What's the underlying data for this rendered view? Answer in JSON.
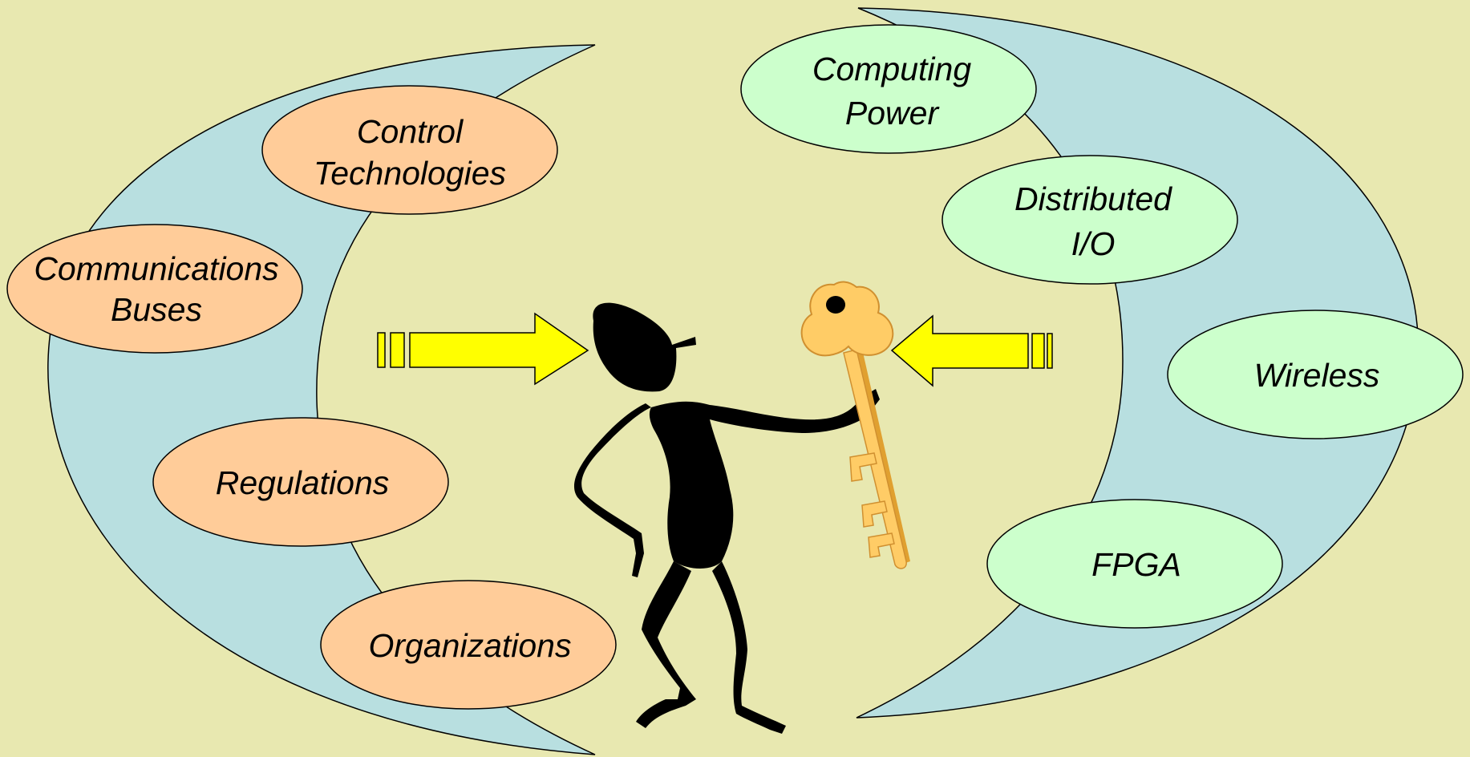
{
  "diagram": {
    "left_group": {
      "items": [
        {
          "line1": "Control",
          "line2": "Technologies"
        },
        {
          "line1": "Communications",
          "line2": "Buses"
        },
        {
          "line1": "Regulations",
          "line2": ""
        },
        {
          "line1": "Organizations",
          "line2": ""
        }
      ]
    },
    "right_group": {
      "items": [
        {
          "line1": "Computing",
          "line2": "Power"
        },
        {
          "line1": "Distributed",
          "line2": "I/O"
        },
        {
          "line1": "Wireless",
          "line2": ""
        },
        {
          "line1": "FPGA",
          "line2": ""
        }
      ]
    }
  },
  "colors": {
    "background": "#e8e8b0",
    "crescent": "#b8dfe0",
    "left_ellipse": "#ffcc99",
    "right_ellipse": "#ccffcc",
    "arrow": "#ffff00",
    "key": "#ffcc66",
    "key_shadow": "#e0a030",
    "figure": "#000000"
  },
  "icons": {
    "figure": "person-silhouette-icon",
    "key": "key-icon",
    "arrows": "arrow-icon"
  }
}
